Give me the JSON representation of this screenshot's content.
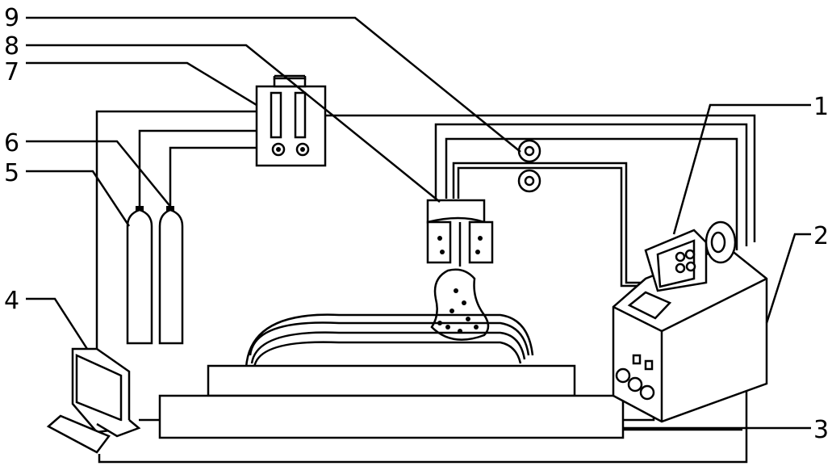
{
  "diagram": {
    "labels": [
      "1",
      "2",
      "3",
      "4",
      "5",
      "6",
      "7",
      "8",
      "9"
    ],
    "components": {
      "wire_feeder": "1",
      "power_source": "2",
      "work_table": "3",
      "computer": "4",
      "gas_cylinder_a": "5",
      "gas_cylinder_b": "6",
      "flow_meter": "7",
      "torch": "8",
      "wire_rollers": "9"
    }
  }
}
